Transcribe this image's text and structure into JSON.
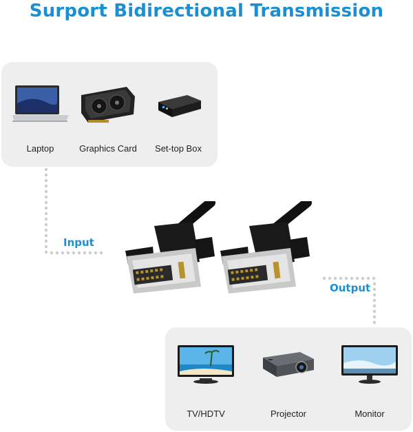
{
  "title": "Surport Bidirectional Transmission",
  "source_devices": [
    {
      "label": "Laptop",
      "icon": "laptop-icon"
    },
    {
      "label": "Graphics Card",
      "icon": "graphics-card-icon"
    },
    {
      "label": "Set-top Box",
      "icon": "set-top-box-icon"
    }
  ],
  "dest_devices": [
    {
      "label": "TV/HDTV",
      "icon": "tv-icon"
    },
    {
      "label": "Projector",
      "icon": "projector-icon"
    },
    {
      "label": "Monitor",
      "icon": "monitor-icon"
    }
  ],
  "flow": {
    "input_label": "Input",
    "output_label": "Output"
  },
  "colors": {
    "accent": "#1a8fd6",
    "panel": "#eeeeee",
    "dots": "#cccccc"
  }
}
